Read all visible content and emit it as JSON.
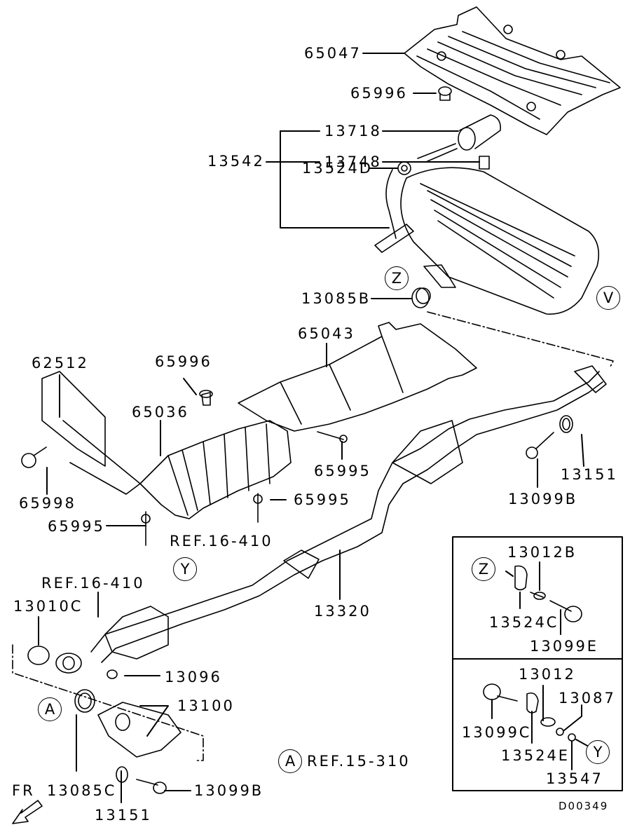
{
  "diagram_id": "D00349",
  "direction_marker": "FR",
  "parts": {
    "p65047": "65047",
    "p65996_top": "65996",
    "p13718": "13718",
    "p13748": "13748",
    "p13542": "13542",
    "p13524D": "13524D",
    "p13085B": "13085B",
    "p65043": "65043",
    "p62512": "62512",
    "p65996_mid": "65996",
    "p65036": "65036",
    "p65998": "65998",
    "p65995_a": "65995",
    "p65995_b": "65995",
    "p65995_c": "65995",
    "p13151_a": "13151",
    "p13099B_a": "13099B",
    "p13320": "13320",
    "p13010C": "13010C",
    "p13096": "13096",
    "p13100": "13100",
    "p13085C": "13085C",
    "p13151_b": "13151",
    "p13099B_b": "13099B",
    "p13012B": "13012B",
    "p13524C": "13524C",
    "p13099E": "13099E",
    "p13012": "13012",
    "p13087": "13087",
    "p13099C": "13099C",
    "p13524E": "13524E",
    "p13547": "13547"
  },
  "references": {
    "ref_a": "REF.16-410",
    "ref_b": "REF.16-410",
    "ref_c": "REF.15-310"
  },
  "callouts": {
    "z_main": "Z",
    "v_main": "V",
    "y_main": "Y",
    "a_main": "A",
    "a_legend": "A",
    "z_detail": "Z",
    "y_detail": "Y"
  }
}
